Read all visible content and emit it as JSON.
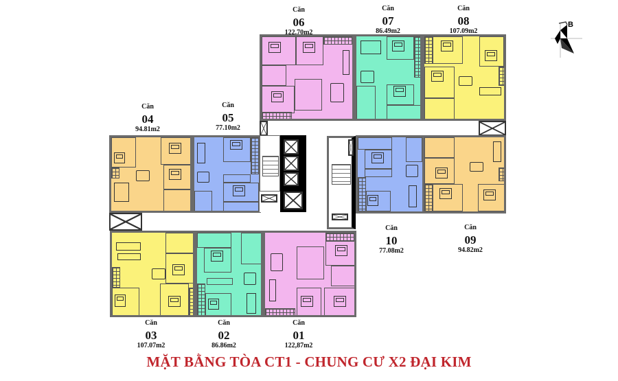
{
  "title": "MẶT BẰNG TÒA CT1 - CHUNG CƯ X2 ĐẠI KIM",
  "compass": {
    "label": "B",
    "icon": "north-arrow-compass-icon"
  },
  "unit_prefix": "Căn",
  "colors": {
    "pink": "#f3b6ee",
    "green": "#7ff0c9",
    "yellow": "#fbf27a",
    "orange": "#fad58a",
    "blue": "#9bb6f7",
    "title_red": "#c0262d",
    "wall": "#6b6b6b"
  },
  "units": [
    {
      "id": "01",
      "label": "Căn",
      "number": "01",
      "area": "122,87m2",
      "color": "pink"
    },
    {
      "id": "02",
      "label": "Căn",
      "number": "02",
      "area": "86.86m2",
      "color": "green"
    },
    {
      "id": "03",
      "label": "Căn",
      "number": "03",
      "area": "107.07m2",
      "color": "yellow"
    },
    {
      "id": "04",
      "label": "Căn",
      "number": "04",
      "area": "94.81m2",
      "color": "orange"
    },
    {
      "id": "05",
      "label": "Căn",
      "number": "05",
      "area": "77.10m2",
      "color": "blue"
    },
    {
      "id": "06",
      "label": "Căn",
      "number": "06",
      "area": "122.70m2",
      "color": "pink"
    },
    {
      "id": "07",
      "label": "Căn",
      "number": "07",
      "area": "86.49m2",
      "color": "green"
    },
    {
      "id": "08",
      "label": "Căn",
      "number": "08",
      "area": "107.09m2",
      "color": "yellow"
    },
    {
      "id": "09",
      "label": "Căn",
      "number": "09",
      "area": "94.82m2",
      "color": "orange"
    },
    {
      "id": "10",
      "label": "Căn",
      "number": "10",
      "area": "77.08m2",
      "color": "blue"
    }
  ]
}
